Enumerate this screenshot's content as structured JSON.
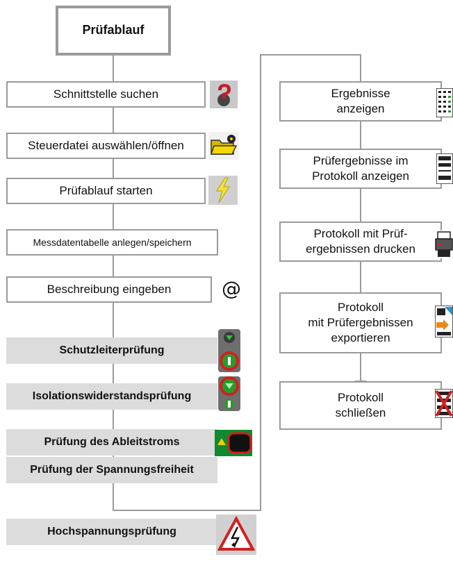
{
  "left_column": {
    "start": "Prüfablauf",
    "steps": [
      "Schnittstelle suchen",
      "Steuerdatei auswählen/öffnen",
      "Prüfablauf starten",
      "Messdatentabelle anlegen/speichern",
      "Beschreibung eingeben"
    ],
    "at_symbol": "@",
    "tests": [
      "Schutzleiterprüfung",
      "Isolationswiderstandsprüfung",
      "Prüfung des Ableitstroms",
      "Prüfung der Spannungsfreiheit",
      "Hochspannungsprüfung"
    ]
  },
  "right_column": {
    "steps": [
      [
        "Ergebnisse",
        "anzeigen"
      ],
      [
        "Prüfergebnisse im",
        "Protokoll anzeigen"
      ],
      [
        "Protokoll mit Prüf-",
        "ergebnissen drucken"
      ],
      [
        "Protokoll",
        "mit Prüfergebnissen",
        "exportieren"
      ],
      [
        "Protokoll",
        "schließen"
      ]
    ]
  },
  "icons": [
    "question-icon",
    "folder-gear-icon",
    "lightning-icon",
    "at-icon",
    "traffic-light-icon",
    "traffic-light-icon",
    "start-button-icon",
    "high-voltage-icon",
    "results-table-icon",
    "protocol-icon",
    "printer-icon",
    "export-icon",
    "close-x-icon"
  ]
}
